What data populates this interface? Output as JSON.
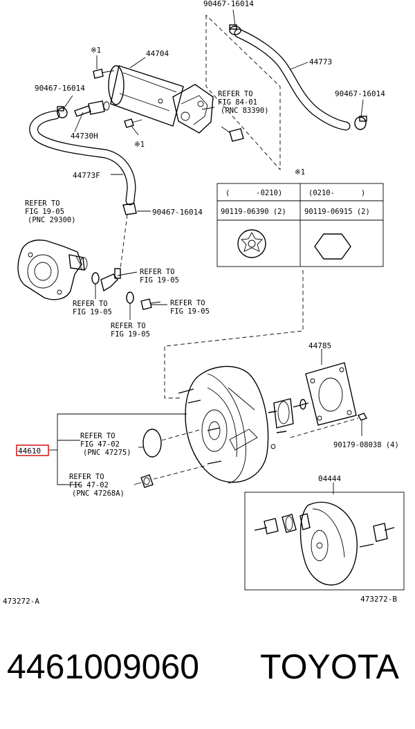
{
  "labels": {
    "hose_clip_top": "90467-16014",
    "hose_upper": "44773",
    "star_a": "※1",
    "vacuum_tank": "44704",
    "clip_left": "90467-16014",
    "refer_fig84_1": "REFER TO",
    "refer_fig84_2": "FIG 84-01",
    "refer_fig84_3": "(PNC 83390)",
    "clip_right": "90467-16014",
    "union": "44730H",
    "star_b": "※1",
    "hose_lower": "44773F",
    "clip_lower": "90467-16014",
    "refer_pump_1": "REFER TO",
    "refer_pump_2": "FIG 19-05",
    "refer_pump_3": "(PNC 29300)",
    "refer_a_1": "REFER TO",
    "refer_a_2": "FIG 19-05",
    "refer_b_1": "REFER TO",
    "refer_b_2": "FIG 19-05",
    "refer_c_1": "REFER TO",
    "refer_c_2": "FIG 19-05",
    "refer_d_1": "REFER TO",
    "refer_d_2": "FIG 19-05",
    "gasket": "44785",
    "nut": "90179-08038 (4)",
    "booster": "44610",
    "refer_g47a_1": "REFER TO",
    "refer_g47a_2": "FIG 47-02",
    "refer_g47a_3": "(PNC 47275)",
    "refer_g47b_1": "REFER TO",
    "refer_g47b_2": "FIG 47-02",
    "refer_g47b_3": "(PNC 47268A)",
    "booster_assy": "04444",
    "code_left": "473272-A",
    "code_right": "473272-B"
  },
  "table": {
    "star": "※1",
    "col1_head": "(      -0210)",
    "col2_head": "(0210-      )",
    "col1_part": "90119-06390 (2)",
    "col2_part": "90119-06915 (2)"
  },
  "highlight_color": "#cc0000",
  "footer": {
    "part_number": "4461009060",
    "brand": "TOYOTA"
  }
}
